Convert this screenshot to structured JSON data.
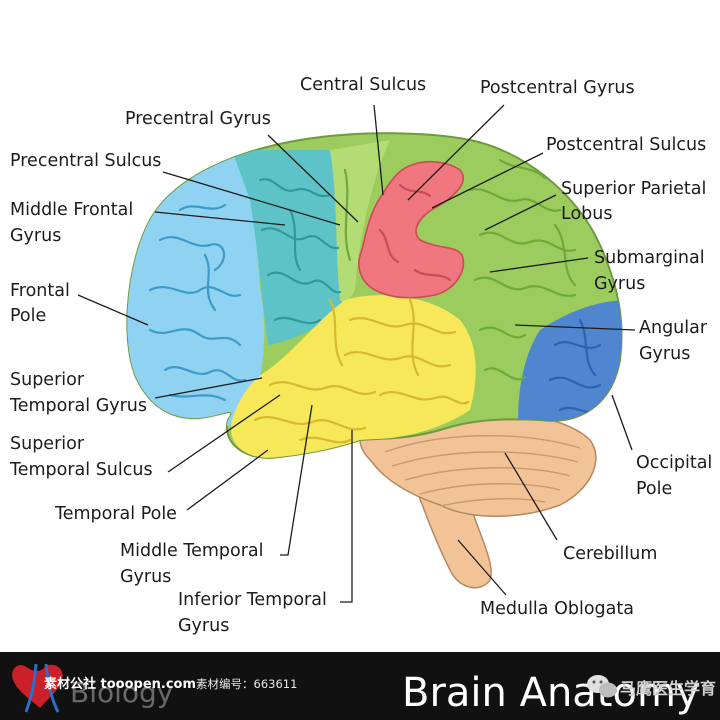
{
  "labels": {
    "central_sulcus": "Central Sulcus",
    "postcentral_gyrus": "Postcentral Gyrus",
    "precentral_gyrus": "Precentral Gyrus",
    "postcentral_sulcus": "Postcentral Sulcus",
    "precentral_sulcus": "Precentral Sulcus",
    "superior_parietal_l1": "Superior Parietal",
    "superior_parietal_l2": "Lobus",
    "middle_frontal_l1": "Middle Frontal",
    "middle_frontal_l2": "Gyrus",
    "submarginal_l1": "Submarginal",
    "submarginal_l2": "Gyrus",
    "frontal_pole_l1": "Frontal",
    "frontal_pole_l2": "Pole",
    "angular_l1": "Angular",
    "angular_l2": "Gyrus",
    "sup_temporal_gyrus_l1": "Superior",
    "sup_temporal_gyrus_l2": "Temporal Gyrus",
    "sup_temporal_sulcus_l1": "Superior",
    "sup_temporal_sulcus_l2": "Temporal Sulcus",
    "occipital_l1": "Occipital",
    "occipital_l2": "Pole",
    "temporal_pole": "Temporal Pole",
    "middle_temporal_l1": "Middle Temporal",
    "middle_temporal_l2": "Gyrus",
    "cerebellum": "Cerebillum",
    "inferior_temporal_l1": "Inferior Temporal",
    "inferior_temporal_l2": "Gyrus",
    "medulla": "Medulla Oblogata"
  },
  "footer": {
    "biology": "Biology",
    "site": "素材公社 tooopen.com",
    "code": "素材编号：663611",
    "title": "Brain Anatomy",
    "account": "马鹰医生学育"
  },
  "colors": {
    "frontal_pole": "#8fd2f2",
    "middle_frontal": "#5ec3c7",
    "precentral": "#a9d66a",
    "postcentral": "#f0777f",
    "parietal": "#9ccc5e",
    "occipital": "#4f86cf",
    "temporal": "#f7e85a",
    "cerebellum": "#f2c396",
    "footer_bg": "#111111"
  }
}
